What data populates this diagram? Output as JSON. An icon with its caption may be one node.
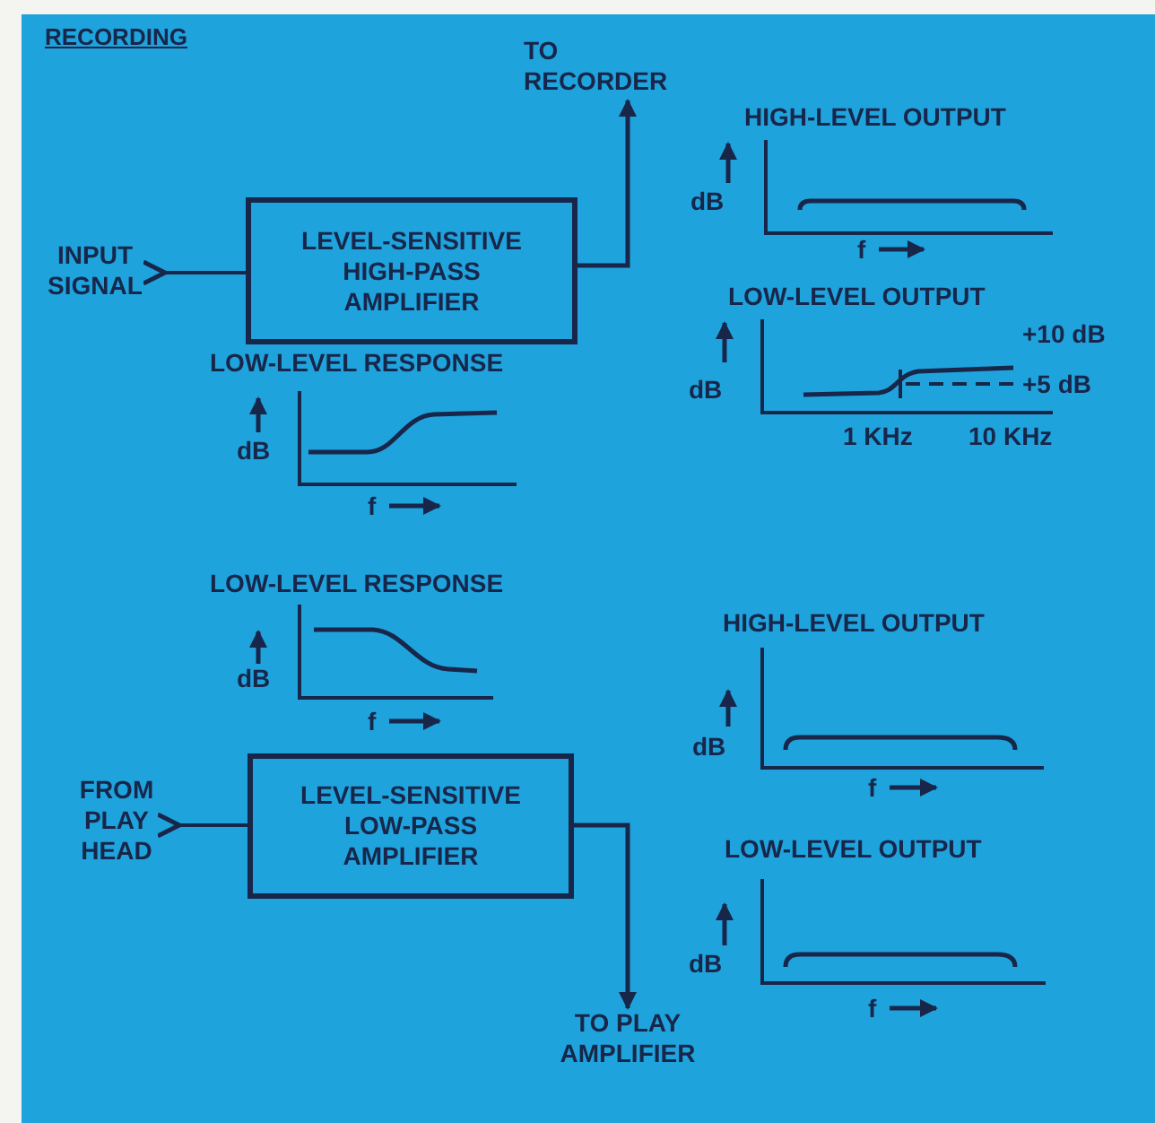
{
  "diagram": {
    "nodes": [
      {
        "text": [
          "INPUT SIGNAL"
        ]
      },
      {
        "text": [
          "LEVEL-SENSITIVE HIGH-PASS AMPLIFIER"
        ]
      },
      {
        "text": [
          "TO RECORDER"
        ]
      },
      {
        "text": [
          "FROM PLAY HEAD"
        ]
      },
      {
        "text": [
          "LEVEL-SENSITIVE LOW-PASS AMPLIFIER"
        ]
      },
      {
        "text": [
          "TO PLAY AMPLIFIER"
        ]
      }
    ],
    "edges": [
      {
        "from": 0,
        "to": 1,
        "arrow": "other"
      },
      {
        "from": 1,
        "to": 2,
        "arrow": "to"
      },
      {
        "from": 3,
        "to": 4,
        "arrow": "other"
      },
      {
        "from": 4,
        "to": 5,
        "arrow": "to"
      }
    ],
    "labels": [
      "RECORDING",
      "HIGH-LEVEL OUTPUT",
      "dB",
      "f",
      "LOW-LEVEL OUTPUT",
      "+10 dB",
      "dB",
      "+5 dB",
      "1 KHz",
      "10 KHz",
      "LOW-LEVEL RESPONSE",
      "dB",
      "f",
      "LOW-LEVEL RESPONSE",
      "dB",
      "f",
      "HIGH-LEVEL OUTPUT",
      "dB",
      "f",
      "LOW-LEVEL OUTPUT",
      "dB",
      "f"
    ]
  }
}
